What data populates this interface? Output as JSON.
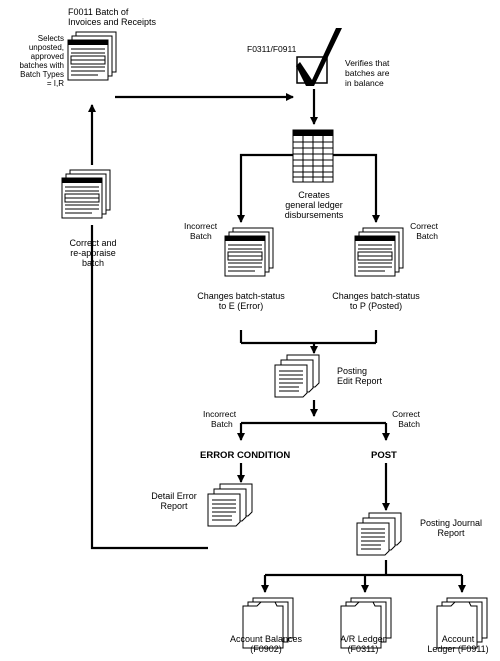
{
  "labels": {
    "top_title_1": "F0011 Batch of",
    "top_title_2": "Invoices and Receipts",
    "selects_1": "Selects",
    "selects_2": "unposted,",
    "selects_3": "approved",
    "selects_4": "batches with",
    "selects_5": "Batch Types",
    "selects_6": "= I,R",
    "f0311": "F0311/F0911",
    "verifies_1": "Verifies that",
    "verifies_2": "batches are",
    "verifies_3": "in balance",
    "creates_1": "Creates",
    "creates_2": "general ledger",
    "creates_3": "disbursements",
    "incorrect_batch_1": "Incorrect",
    "incorrect_batch_2": "Batch",
    "correct_batch_1": "Correct",
    "correct_batch_2": "Batch",
    "change_e_1": "Changes batch-status",
    "change_e_2": "to E (Error)",
    "change_p_1": "Changes batch-status",
    "change_p_2": "to P (Posted)",
    "correct_reappraise_1": "Correct and",
    "correct_reappraise_2": "re-appraise",
    "correct_reappraise_3": "batch",
    "posting_edit_1": "Posting",
    "posting_edit_2": "Edit Report",
    "incorrect_batch2_1": "Incorrect",
    "incorrect_batch2_2": "Batch",
    "correct_batch2_1": "Correct",
    "correct_batch2_2": "Batch",
    "error_condition": "ERROR CONDITION",
    "post": "POST",
    "detail_error_1": "Detail  Error",
    "detail_error_2": "Report",
    "posting_journal_1": "Posting Journal",
    "posting_journal_2": "Report",
    "acct_bal_1": "Account Balances",
    "acct_bal_2": "(F0902)",
    "ar_ledger_1": "A/R Ledger",
    "ar_ledger_2": "(F0311)",
    "acct_ledger_1": "Account",
    "acct_ledger_2": "Ledger (F0911)"
  }
}
